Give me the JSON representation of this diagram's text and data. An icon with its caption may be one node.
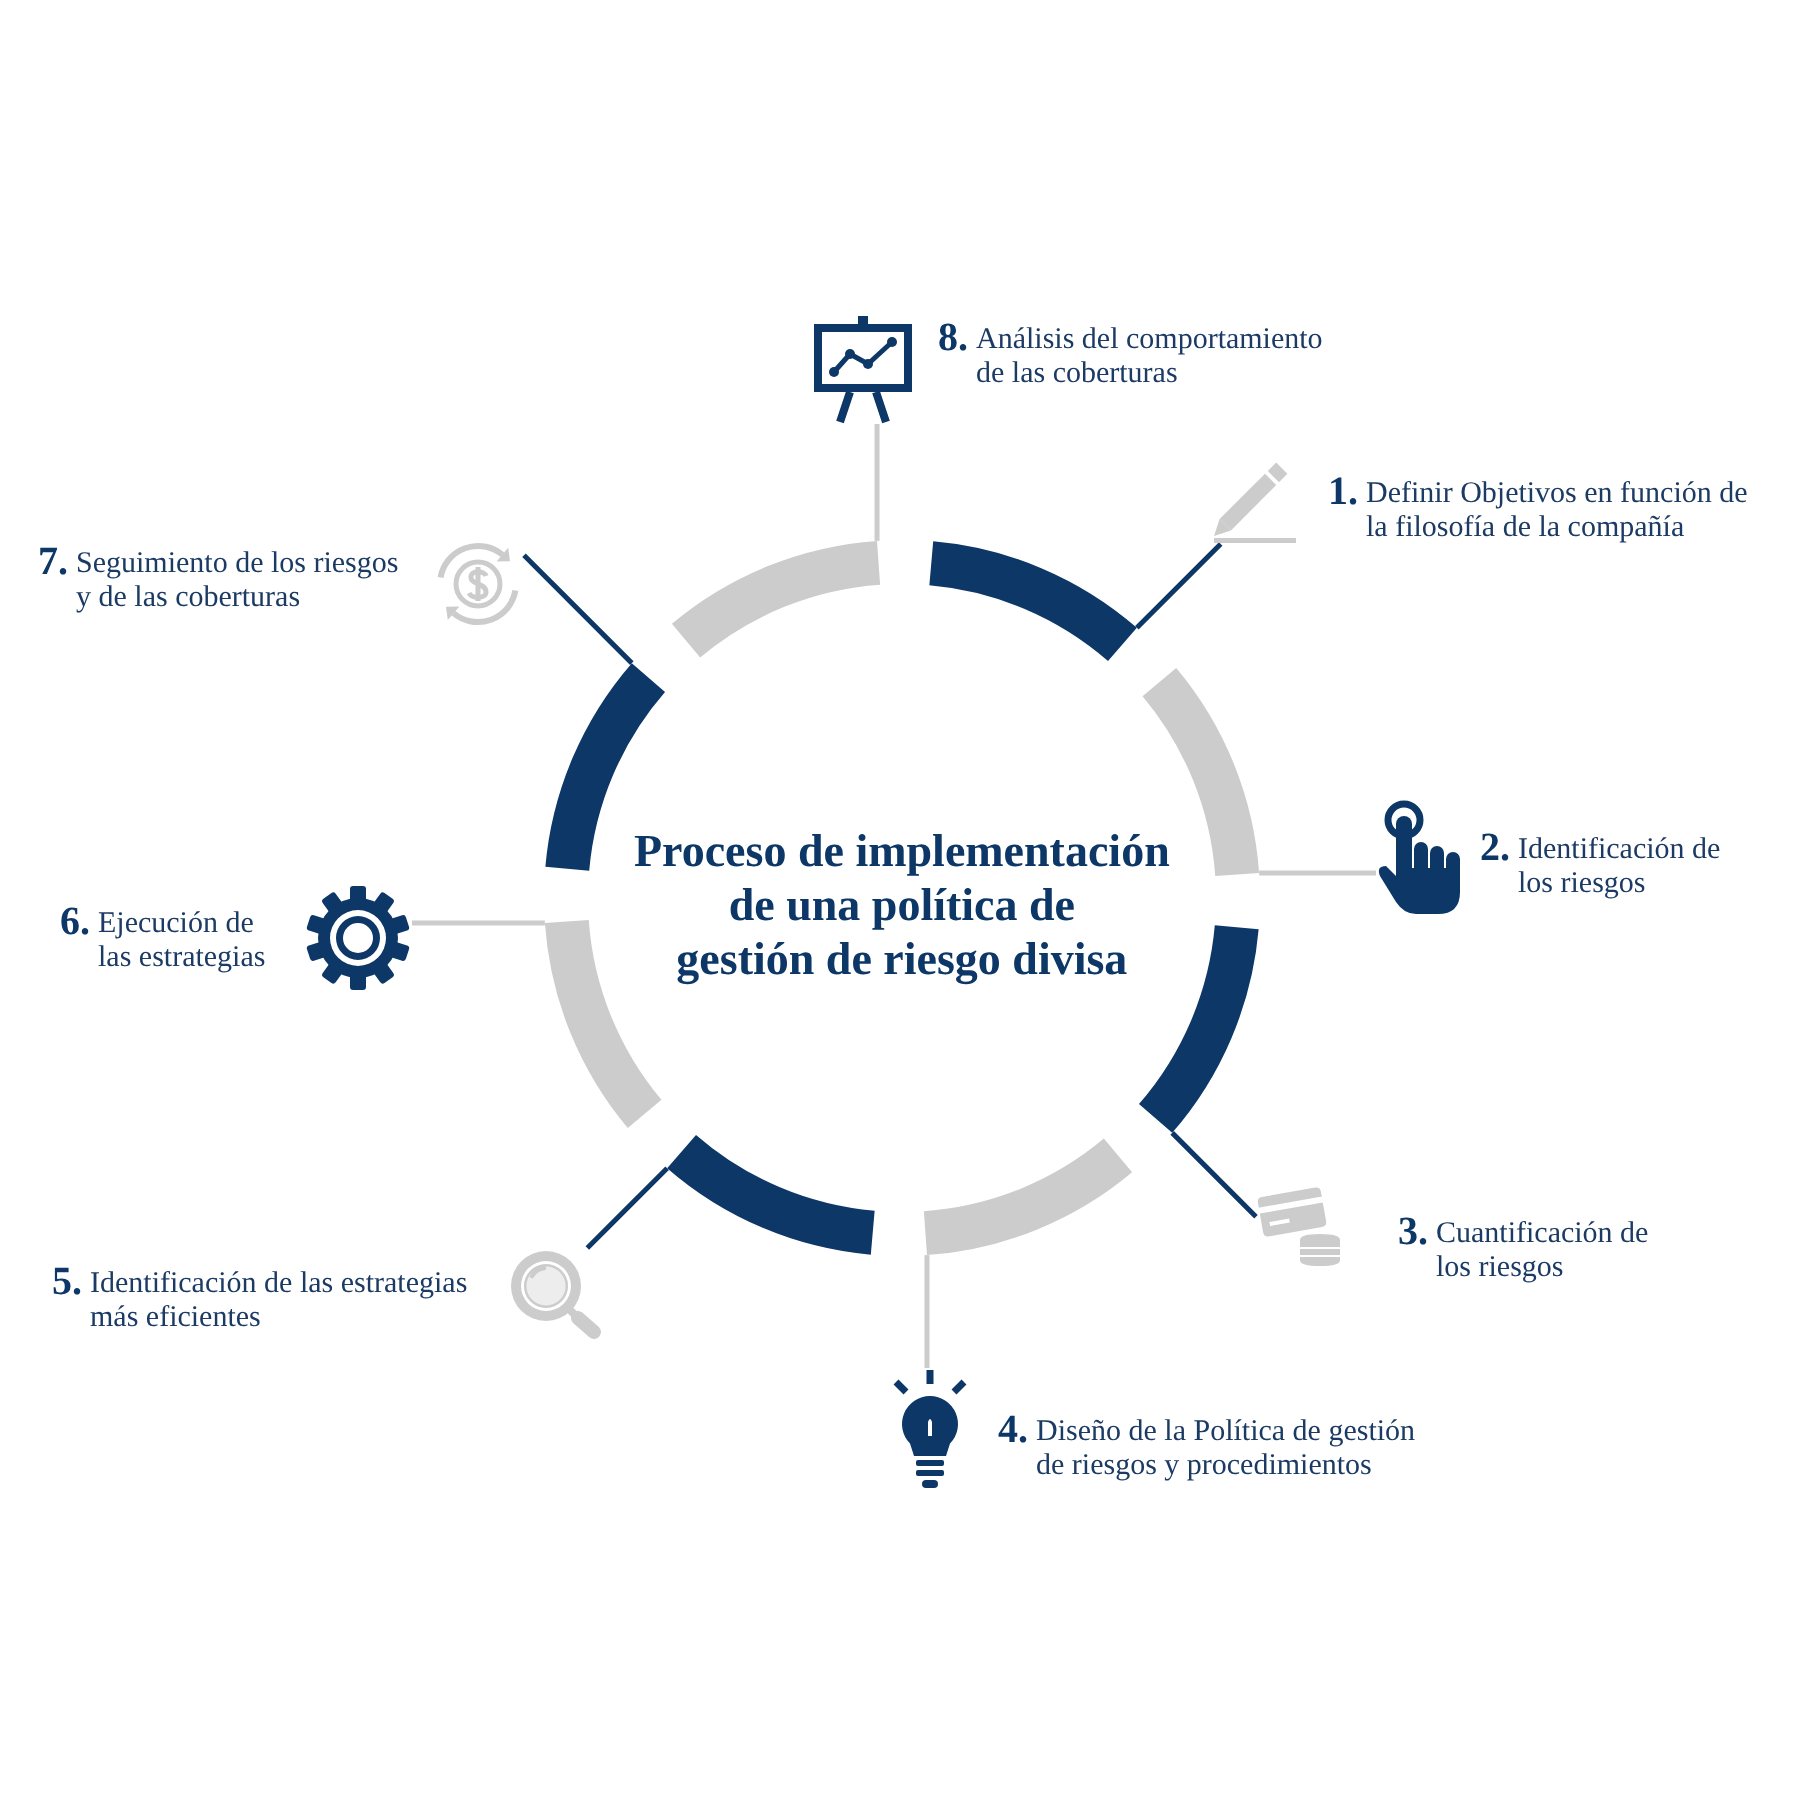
{
  "diagram": {
    "title": "Proceso de implementación de una política de gestión de riesgo divisa",
    "nodes": [
      {
        "text": [],
        "shape": "arc"
      },
      {
        "text": [],
        "shape": "picture",
        "beside": [
          "1.",
          "Definir Objetivos en función de la filosofía de la compañía"
        ]
      },
      {
        "text": [],
        "shape": "arc"
      },
      {
        "text": [],
        "shape": "picture",
        "beside": [
          "2.",
          "Identificación de los riesgos"
        ]
      },
      {
        "text": [],
        "shape": "arc"
      },
      {
        "text": [],
        "shape": "picture",
        "beside": [
          "3.",
          "Cuantificación de los riesgos"
        ]
      },
      {
        "text": [],
        "shape": "arc"
      },
      {
        "text": [],
        "shape": "picture",
        "beside": [
          "4.",
          "Diseño de la Política de gestión de riesgos y procedimientos"
        ]
      },
      {
        "text": [],
        "shape": "arc"
      },
      {
        "text": [],
        "shape": "picture",
        "beside": [
          "5.",
          "Identificación de las estrategias más eficientes"
        ]
      },
      {
        "text": [],
        "shape": "arc"
      },
      {
        "text": [],
        "shape": "picture",
        "beside": [
          "6.",
          "Ejecución de las estrategias"
        ]
      },
      {
        "text": [],
        "shape": "arc"
      },
      {
        "text": [],
        "shape": "picture",
        "beside": [
          "7.",
          "Seguimiento de los riesgos y de las coberturas"
        ]
      },
      {
        "text": [],
        "shape": "arc"
      },
      {
        "text": [],
        "shape": "picture",
        "beside": [
          "8.",
          "Análisis del comportamiento de las coberturas"
        ]
      }
    ],
    "edges": [
      {
        "from": 0,
        "to": 1,
        "arrow": "none",
        "color": "#0c3766"
      },
      {
        "from": 2,
        "to": 3,
        "arrow": "none",
        "color": "#cccccc"
      },
      {
        "from": 4,
        "to": 5,
        "arrow": "none",
        "color": "#0c3766"
      },
      {
        "from": 6,
        "to": 7,
        "arrow": "none",
        "color": "#cccccc"
      },
      {
        "from": 8,
        "to": 9,
        "arrow": "none",
        "color": "#0c3766"
      },
      {
        "from": 10,
        "to": 11,
        "arrow": "none",
        "color": "#cccccc"
      },
      {
        "from": 12,
        "to": 13,
        "arrow": "none",
        "color": "#0c3766"
      },
      {
        "from": 14,
        "to": 15,
        "arrow": "none",
        "color": "#cccccc"
      }
    ]
  }
}
